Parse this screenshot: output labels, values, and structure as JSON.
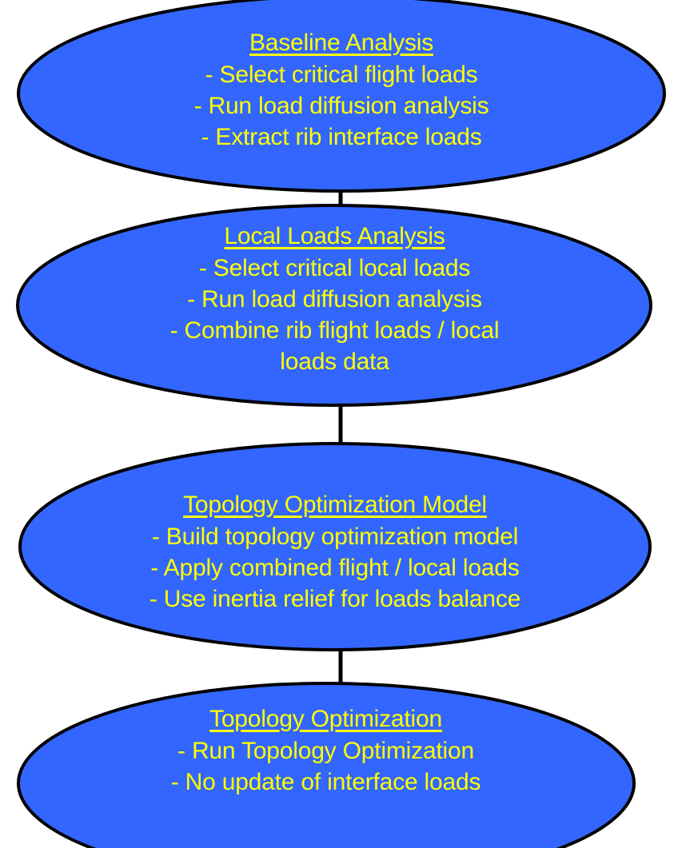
{
  "diagram": {
    "type": "vertical-flowchart",
    "orientation": "top-to-bottom",
    "shape": "ellipse",
    "node_count": 4,
    "connector_count": 3,
    "colors": {
      "node_fill": "#3366FF",
      "node_stroke": "#000000",
      "node_text": "#FFFF00",
      "connector": "#000000",
      "background": "#FFFFFF"
    },
    "nodes": [
      {
        "id": "baseline-analysis",
        "title": "Baseline Analysis",
        "lines": [
          "- Select critical flight loads",
          "- Run load diffusion analysis",
          "- Extract rib interface loads"
        ]
      },
      {
        "id": "local-loads-analysis",
        "title": "Local Loads Analysis",
        "lines": [
          "- Select critical local loads",
          "- Run load diffusion analysis",
          "- Combine rib flight loads / local",
          "loads data"
        ]
      },
      {
        "id": "topology-optimization-model",
        "title": "Topology Optimization Model",
        "lines": [
          "- Build topology optimization model",
          "- Apply combined flight / local loads",
          "- Use inertia relief for loads balance"
        ]
      },
      {
        "id": "topology-optimization",
        "title": "Topology Optimization",
        "lines": [
          "- Run Topology Optimization",
          "- No update of interface loads"
        ]
      }
    ],
    "connectors": [
      {
        "from": "baseline-analysis",
        "to": "local-loads-analysis"
      },
      {
        "from": "local-loads-analysis",
        "to": "topology-optimization-model"
      },
      {
        "from": "topology-optimization-model",
        "to": "topology-optimization"
      }
    ]
  }
}
